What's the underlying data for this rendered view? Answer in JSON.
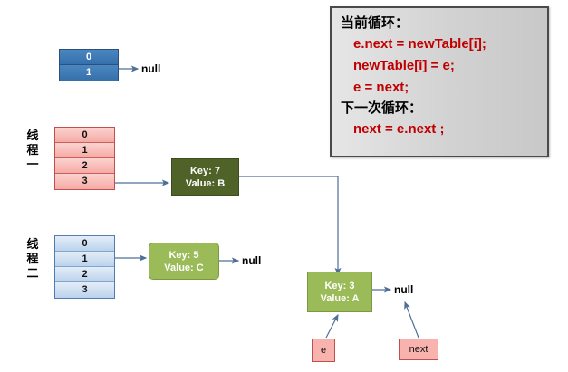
{
  "diagram": {
    "title": "HashMap resize concurrent transfer diagram",
    "colors": {
      "dark_blue_table": "#3c78b4",
      "pink_table": "#f6aaa5",
      "light_blue_table": "#bcd3ec",
      "dark_olive_node": "#4f6228",
      "olive_node": "#9bbb59",
      "var_box": "#f8b3ae",
      "code_text": "#c00000",
      "code_box_bg": "#d2d2d2",
      "connector": "#4f6f96"
    }
  },
  "tables": [
    {
      "id": "new-table",
      "style": "dark",
      "label": "",
      "rows": [
        "0",
        "1"
      ]
    },
    {
      "id": "thread-one-table",
      "style": "pink",
      "label": [
        "线",
        "程",
        "一"
      ],
      "rows": [
        "0",
        "1",
        "2",
        "3"
      ]
    },
    {
      "id": "thread-two-table",
      "style": "light-blue",
      "label": [
        "线",
        "程",
        "二"
      ],
      "rows": [
        "0",
        "1",
        "2",
        "3"
      ]
    }
  ],
  "nodes": [
    {
      "id": "node-key7",
      "key_line": "Key: 7",
      "value_line": "Value: B",
      "style": "dark-olive"
    },
    {
      "id": "node-key5",
      "key_line": "Key: 5",
      "value_line": "Value: C",
      "style": "olive"
    },
    {
      "id": "node-key3",
      "key_line": "Key: 3",
      "value_line": "Value: A",
      "style": "olive"
    }
  ],
  "null_labels": [
    {
      "id": "null-newtable",
      "text": "null"
    },
    {
      "id": "null-key5",
      "text": "null"
    },
    {
      "id": "null-key3",
      "text": "null"
    }
  ],
  "pointers": [
    {
      "id": "pointer-e",
      "text": "e"
    },
    {
      "id": "pointer-next",
      "text": "next"
    }
  ],
  "code_box": {
    "current_loop_header": "当前循环：",
    "current_loop_lines": [
      "e.next = newTable[i];",
      "newTable[i] = e;",
      "e = next;"
    ],
    "next_loop_header": "下一次循环：",
    "next_loop_lines": [
      "next = e.next ;"
    ]
  }
}
